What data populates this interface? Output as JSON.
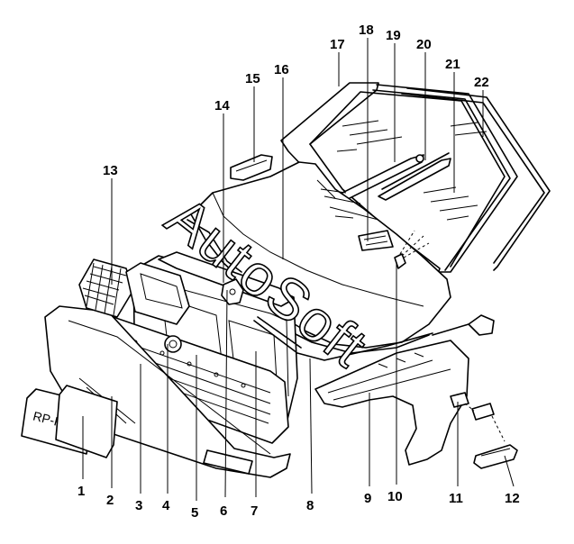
{
  "diagram": {
    "watermark": "AutoSoft",
    "plate_text": "RP-KP",
    "callouts": [
      "1",
      "2",
      "3",
      "4",
      "5",
      "6",
      "7",
      "8",
      "9",
      "10",
      "11",
      "12",
      "13",
      "14",
      "15",
      "16",
      "17",
      "18",
      "19",
      "20",
      "21",
      "22"
    ]
  }
}
